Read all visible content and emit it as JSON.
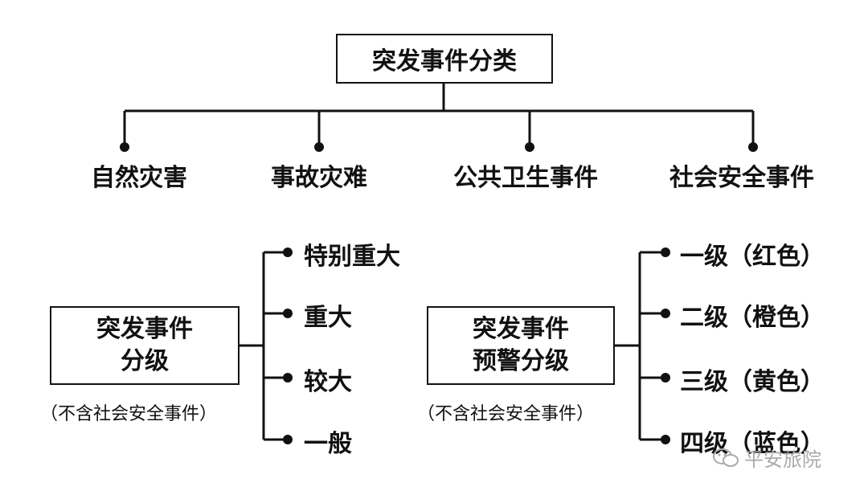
{
  "title": "突发事件分类",
  "categories": [
    "自然灾害",
    "事故灾难",
    "公共卫生事件",
    "社会安全事件"
  ],
  "grading": {
    "box_line1": "突发事件",
    "box_line2": "分级",
    "note": "（不含社会安全事件）",
    "levels": [
      "特别重大",
      "重大",
      "较大",
      "一般"
    ]
  },
  "warning": {
    "box_line1": "突发事件",
    "box_line2": "预警分级",
    "note": "（不含社会安全事件）",
    "levels": [
      "一级（红色）",
      "二级（橙色）",
      "三级（黄色）",
      "四级（蓝色）"
    ]
  },
  "watermark": "平安旅院"
}
